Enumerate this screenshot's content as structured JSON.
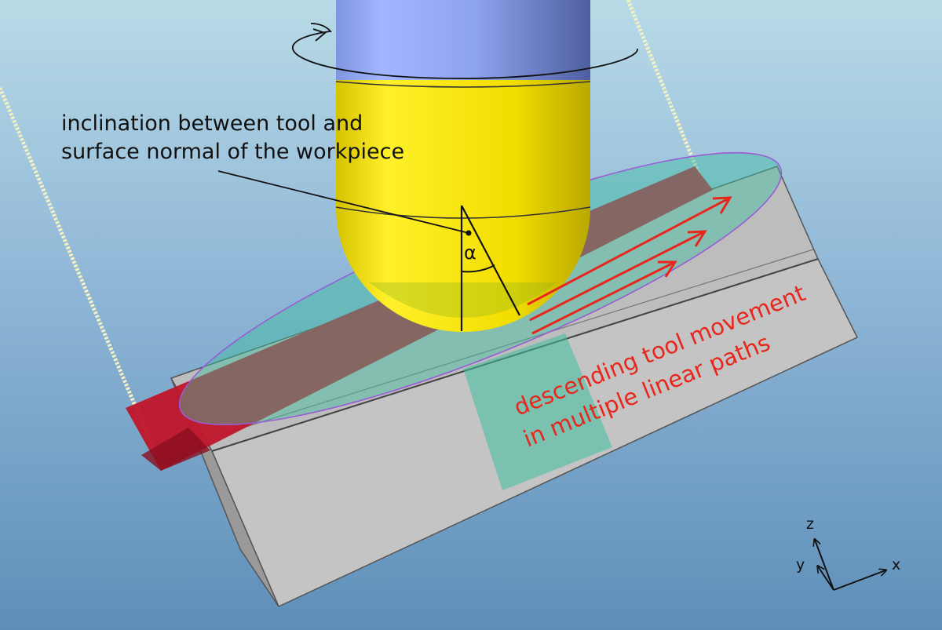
{
  "annotations": {
    "inclination_line1": "inclination between tool and",
    "inclination_line2": "surface normal of the workpiece",
    "alpha_symbol": "α",
    "movement_line1": "descending tool movement",
    "movement_line2": "in multiple linear paths"
  },
  "axes": {
    "z": "z",
    "y": "y",
    "x": "x"
  },
  "colors": {
    "background_top": "#b8dbe7",
    "background_bottom": "#5e8fb9",
    "tool_shaft": "#93a7f0",
    "tool_ball": "#f4e000",
    "workpiece": "#c4c4c4",
    "red_band": "#c0152a",
    "contact_zone": "#3fbf9f",
    "arrows": "#e8261c",
    "wire": "#f2f0c4"
  }
}
